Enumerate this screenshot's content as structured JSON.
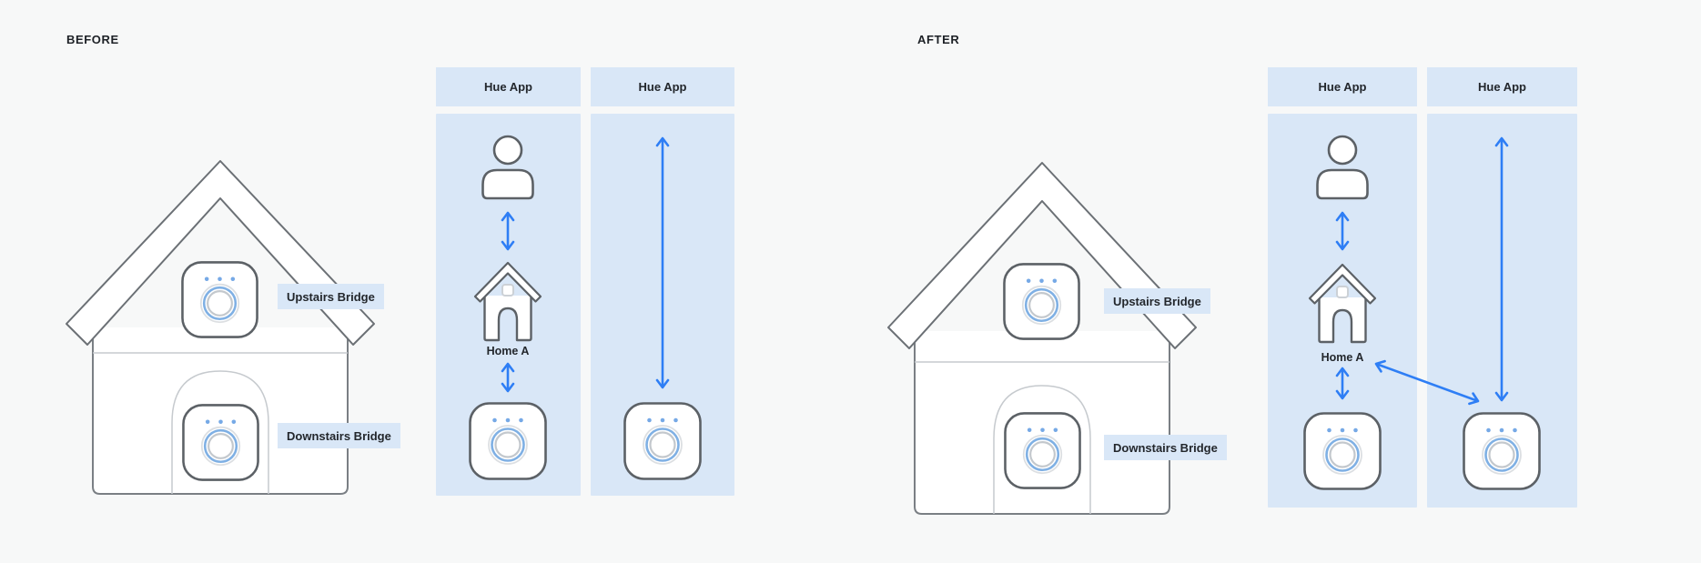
{
  "before": {
    "title": "BEFORE",
    "house": {
      "upstairs_label": "Upstairs Bridge",
      "downstairs_label": "Downstairs Bridge"
    },
    "columns": [
      {
        "header": "Hue App",
        "home_label": "Home A",
        "icons": [
          "user-icon",
          "home-icon",
          "bridge-icon"
        ],
        "arrows": [
          "user-to-home-double-arrow",
          "home-to-bridge-double-arrow"
        ]
      },
      {
        "header": "Hue App",
        "icons": [
          "bridge-icon"
        ],
        "arrows": [
          "app-to-bridge-long-double-arrow"
        ]
      }
    ]
  },
  "after": {
    "title": "AFTER",
    "house": {
      "upstairs_label": "Upstairs Bridge",
      "downstairs_label": "Downstairs Bridge"
    },
    "columns": [
      {
        "header": "Hue App",
        "home_label": "Home A",
        "icons": [
          "user-icon",
          "home-icon",
          "bridge-icon"
        ],
        "arrows": [
          "user-to-home-double-arrow",
          "home-to-bridge-double-arrow",
          "home-to-second-bridge-diagonal-double-arrow"
        ]
      },
      {
        "header": "Hue App",
        "icons": [
          "bridge-icon"
        ],
        "arrows": [
          "app-to-bridge-long-double-arrow"
        ]
      }
    ]
  },
  "colors": {
    "page_background": "#f7f8f8",
    "panel_blue": "#d9e7f7",
    "arrow_blue": "#2e7ef5",
    "outline_dark_gray": "#5c6166",
    "outline_light_gray": "#c6cace",
    "bridge_dot_blue": "#76a9e6",
    "bridge_ring_blue": "#7fb0e4",
    "text_dark": "#1d2126"
  }
}
